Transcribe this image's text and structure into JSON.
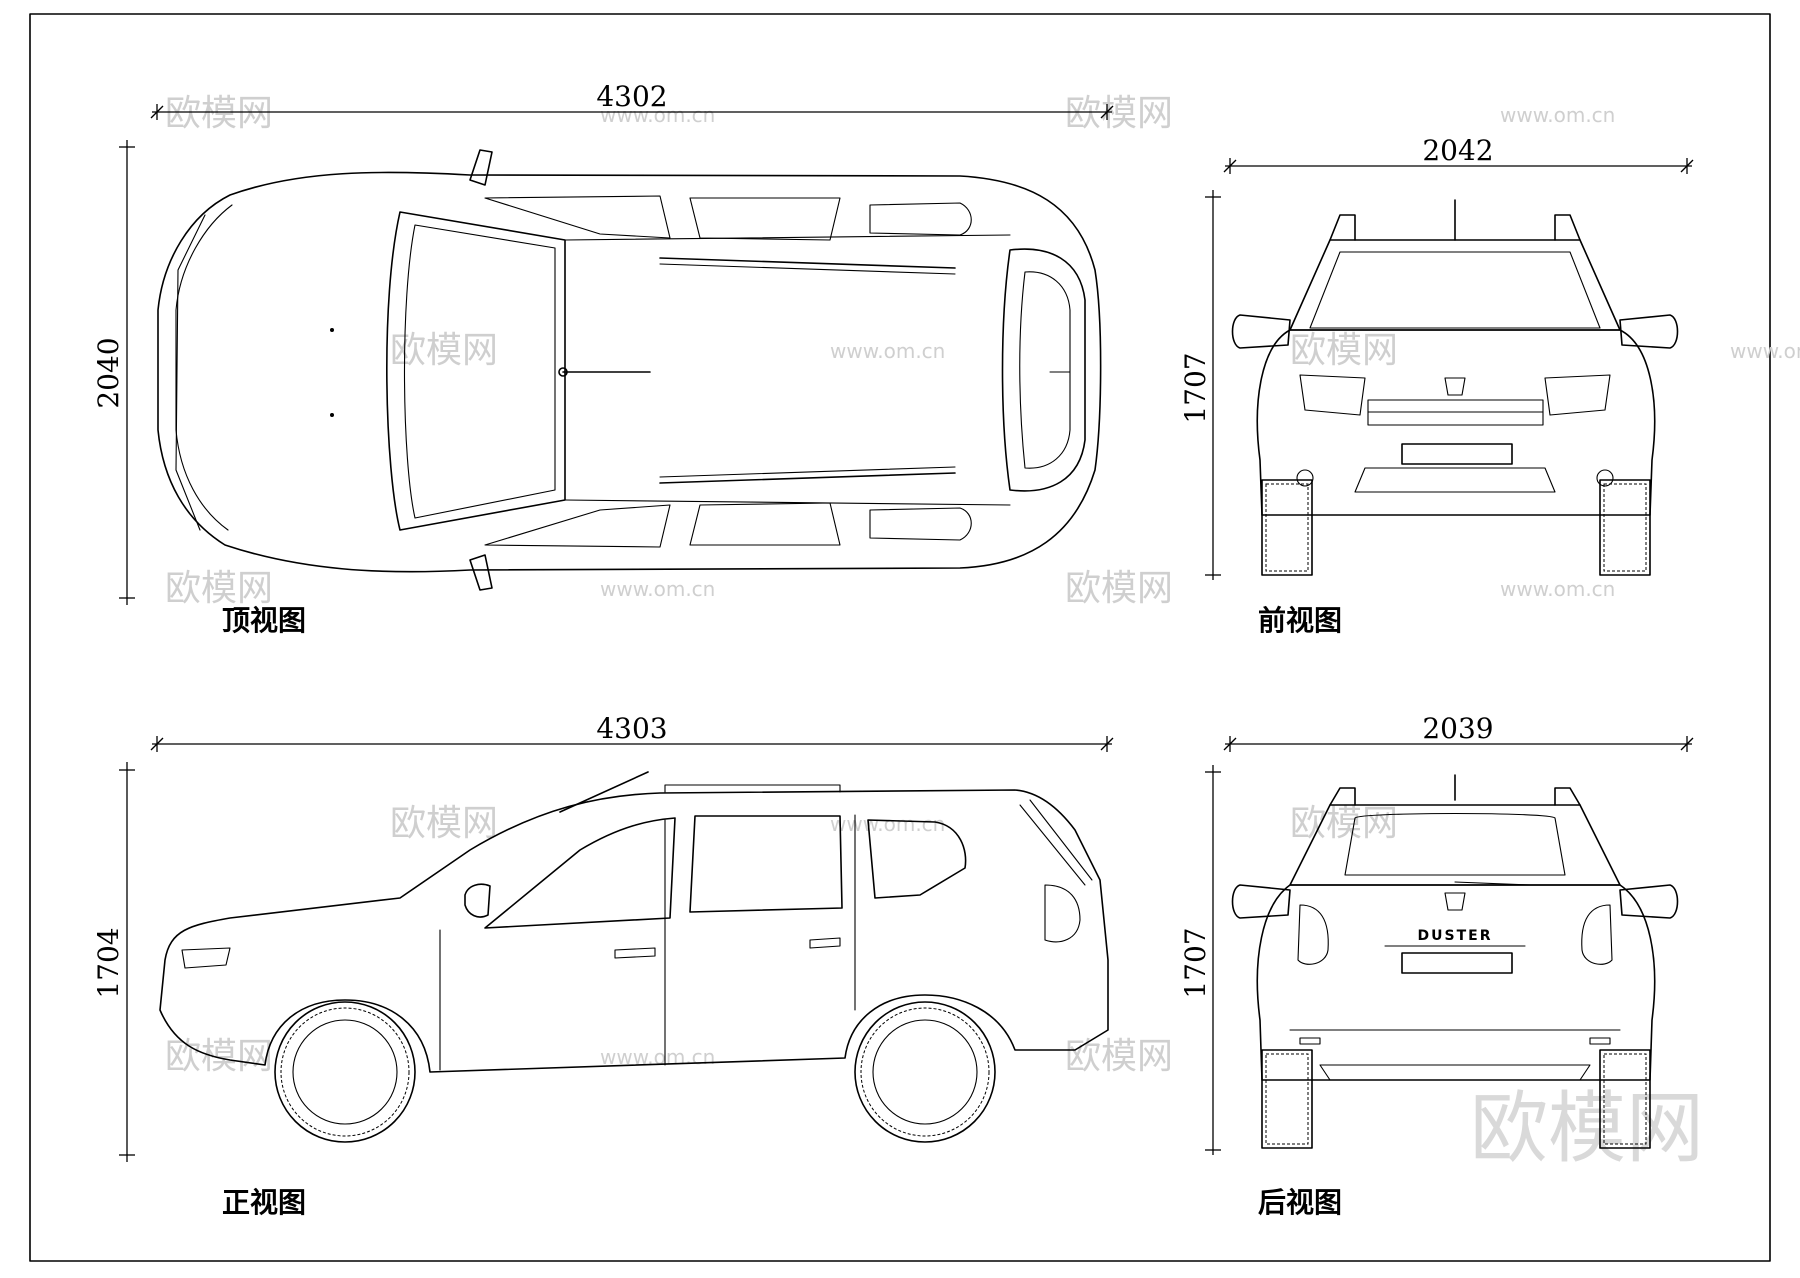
{
  "views": {
    "top": {
      "caption": "顶视图",
      "length": "4302",
      "width": "2040"
    },
    "front": {
      "caption": "前视图",
      "width": "2042",
      "height": "1707"
    },
    "side": {
      "caption": "正视图",
      "length": "4303",
      "height": "1704"
    },
    "rear": {
      "caption": "后视图",
      "width": "2039",
      "height": "1707",
      "badge": "DUSTER"
    }
  },
  "watermark": {
    "text": "欧模网",
    "url": "www.om.cn"
  }
}
